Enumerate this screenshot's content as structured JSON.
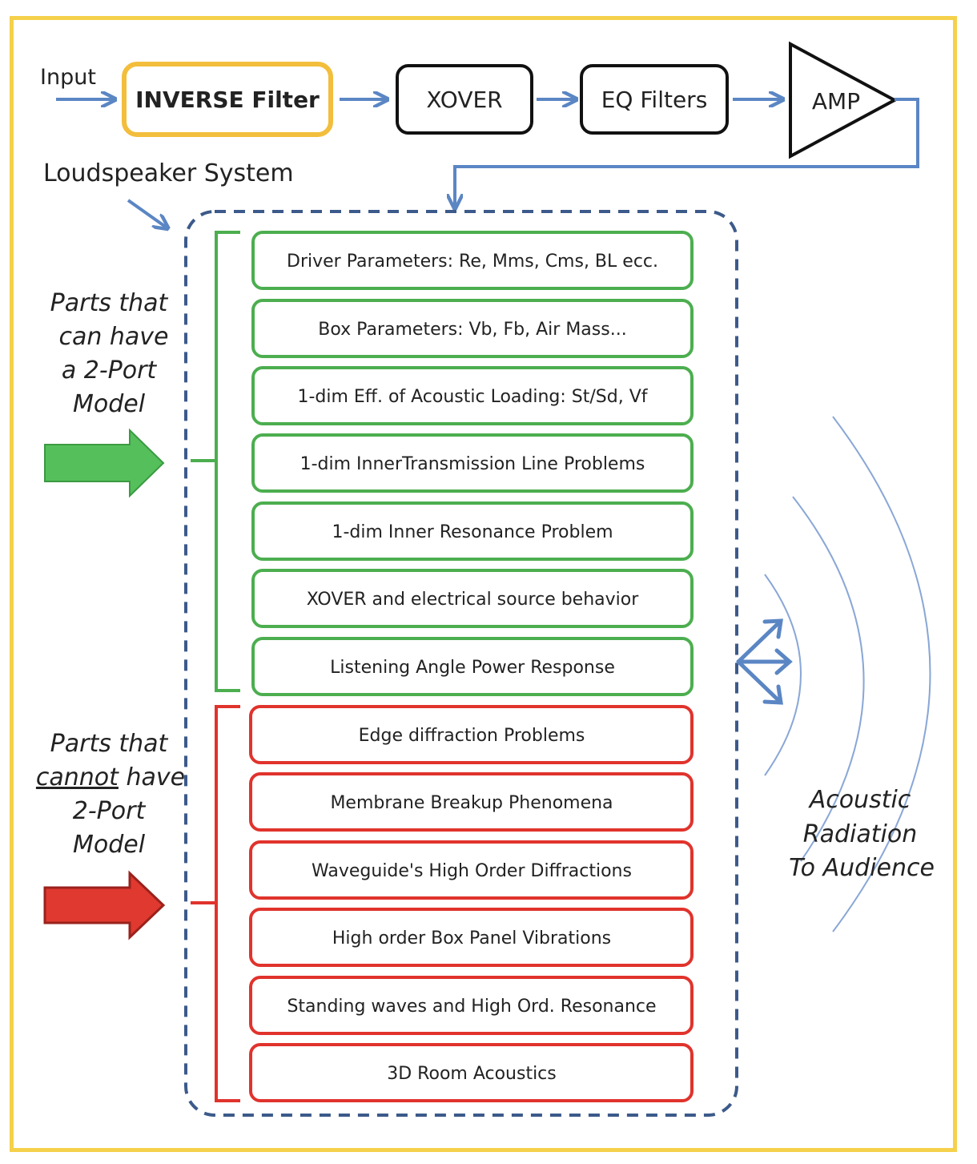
{
  "signal_chain": {
    "input_label": "Input",
    "blocks": [
      {
        "id": "inverse",
        "label": "INVERSE Filter",
        "highlight": true
      },
      {
        "id": "xover",
        "label": "XOVER",
        "highlight": false
      },
      {
        "id": "eq",
        "label": "EQ Filters",
        "highlight": false
      },
      {
        "id": "amp",
        "label": "AMP",
        "highlight": false
      }
    ]
  },
  "loudspeaker_system_label": "Loudspeaker System",
  "two_port_group": {
    "label_lines": [
      "Parts that",
      "can have",
      "a 2-Port",
      "Model"
    ],
    "color": "#4cae4f",
    "items": [
      "Driver Parameters: Re, Mms, Cms, BL ecc.",
      "Box Parameters: Vb, Fb, Air Mass...",
      "1-dim Eff. of Acoustic  Loading: St/Sd, Vf",
      "1-dim InnerTransmission Line Problems",
      "1-dim Inner Resonance Problem",
      "XOVER and electrical source behavior",
      "Listening Angle Power Response"
    ]
  },
  "no_two_port_group": {
    "label_line1": "Parts that",
    "label_cannot": "cannot",
    "label_have": " have",
    "label_lines_rest": [
      "2-Port",
      "Model"
    ],
    "color": "#e0332c",
    "items": [
      "Edge diffraction Problems",
      "Membrane Breakup Phenomena",
      "Waveguide's High Order Diffractions",
      "High order Box Panel Vibrations",
      "Standing waves and High Ord. Resonance",
      "3D Room Acoustics"
    ]
  },
  "radiation_label_lines": [
    "Acoustic",
    "Radiation",
    "To Audience"
  ],
  "colors": {
    "frame": "#f5d04a",
    "arrow_blue": "#5b86c4",
    "dashed_border": "#3c5a8a",
    "inverse_border": "#f2be3c"
  }
}
